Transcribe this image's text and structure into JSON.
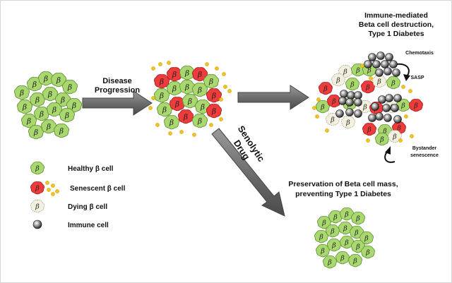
{
  "symbol": "β",
  "labels": {
    "disease_progression_line1": "Disease",
    "disease_progression_line2": "Progression",
    "immune_title_line1": "Immune-mediated",
    "immune_title_line2": "Beta cell destruction,",
    "immune_title_line3": "Type 1 Diabetes",
    "chemotaxis": "Chemotaxis",
    "sasp": "SASP",
    "bystander_line1": "Bystander",
    "bystander_line2": "senescence",
    "senolytic_line1": "Senolytic",
    "senolytic_line2": "Drug",
    "preservation_line1": "Preservation of Beta cell mass,",
    "preservation_line2": "preventing Type 1 Diabetes"
  },
  "legend": {
    "healthy": "Healthy β cell",
    "senescent": "Senescent β cell",
    "dying": "Dying β cell",
    "immune": "Immune cell"
  },
  "colors": {
    "healthy": "#a9d86e",
    "healthy_stroke": "#5f8f34",
    "senescent": "#ee3b3b",
    "senescent_stroke": "#a51c1c",
    "dying": "#f3f0df",
    "dying_stroke": "#9c9880",
    "sasp_dot": "#f0c419",
    "arrow": "#7d7d7d"
  }
}
